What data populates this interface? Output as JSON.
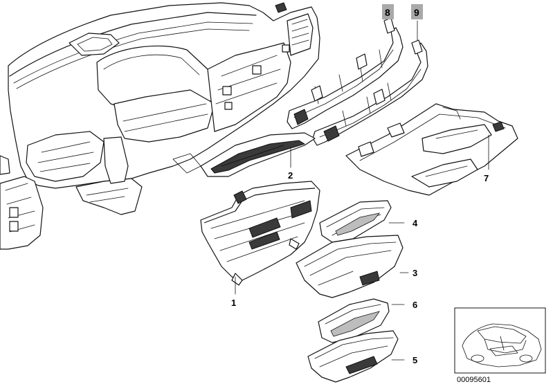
{
  "callouts": {
    "c1": "1",
    "c2": "2",
    "c3": "3",
    "c4": "4",
    "c5": "5",
    "c6": "6",
    "c7": "7",
    "c8": "8",
    "c9": "9"
  },
  "reference_number": "00095601",
  "colors": {
    "badge_fill": "#a9a9a9",
    "line": "#111111",
    "background": "#ffffff"
  }
}
